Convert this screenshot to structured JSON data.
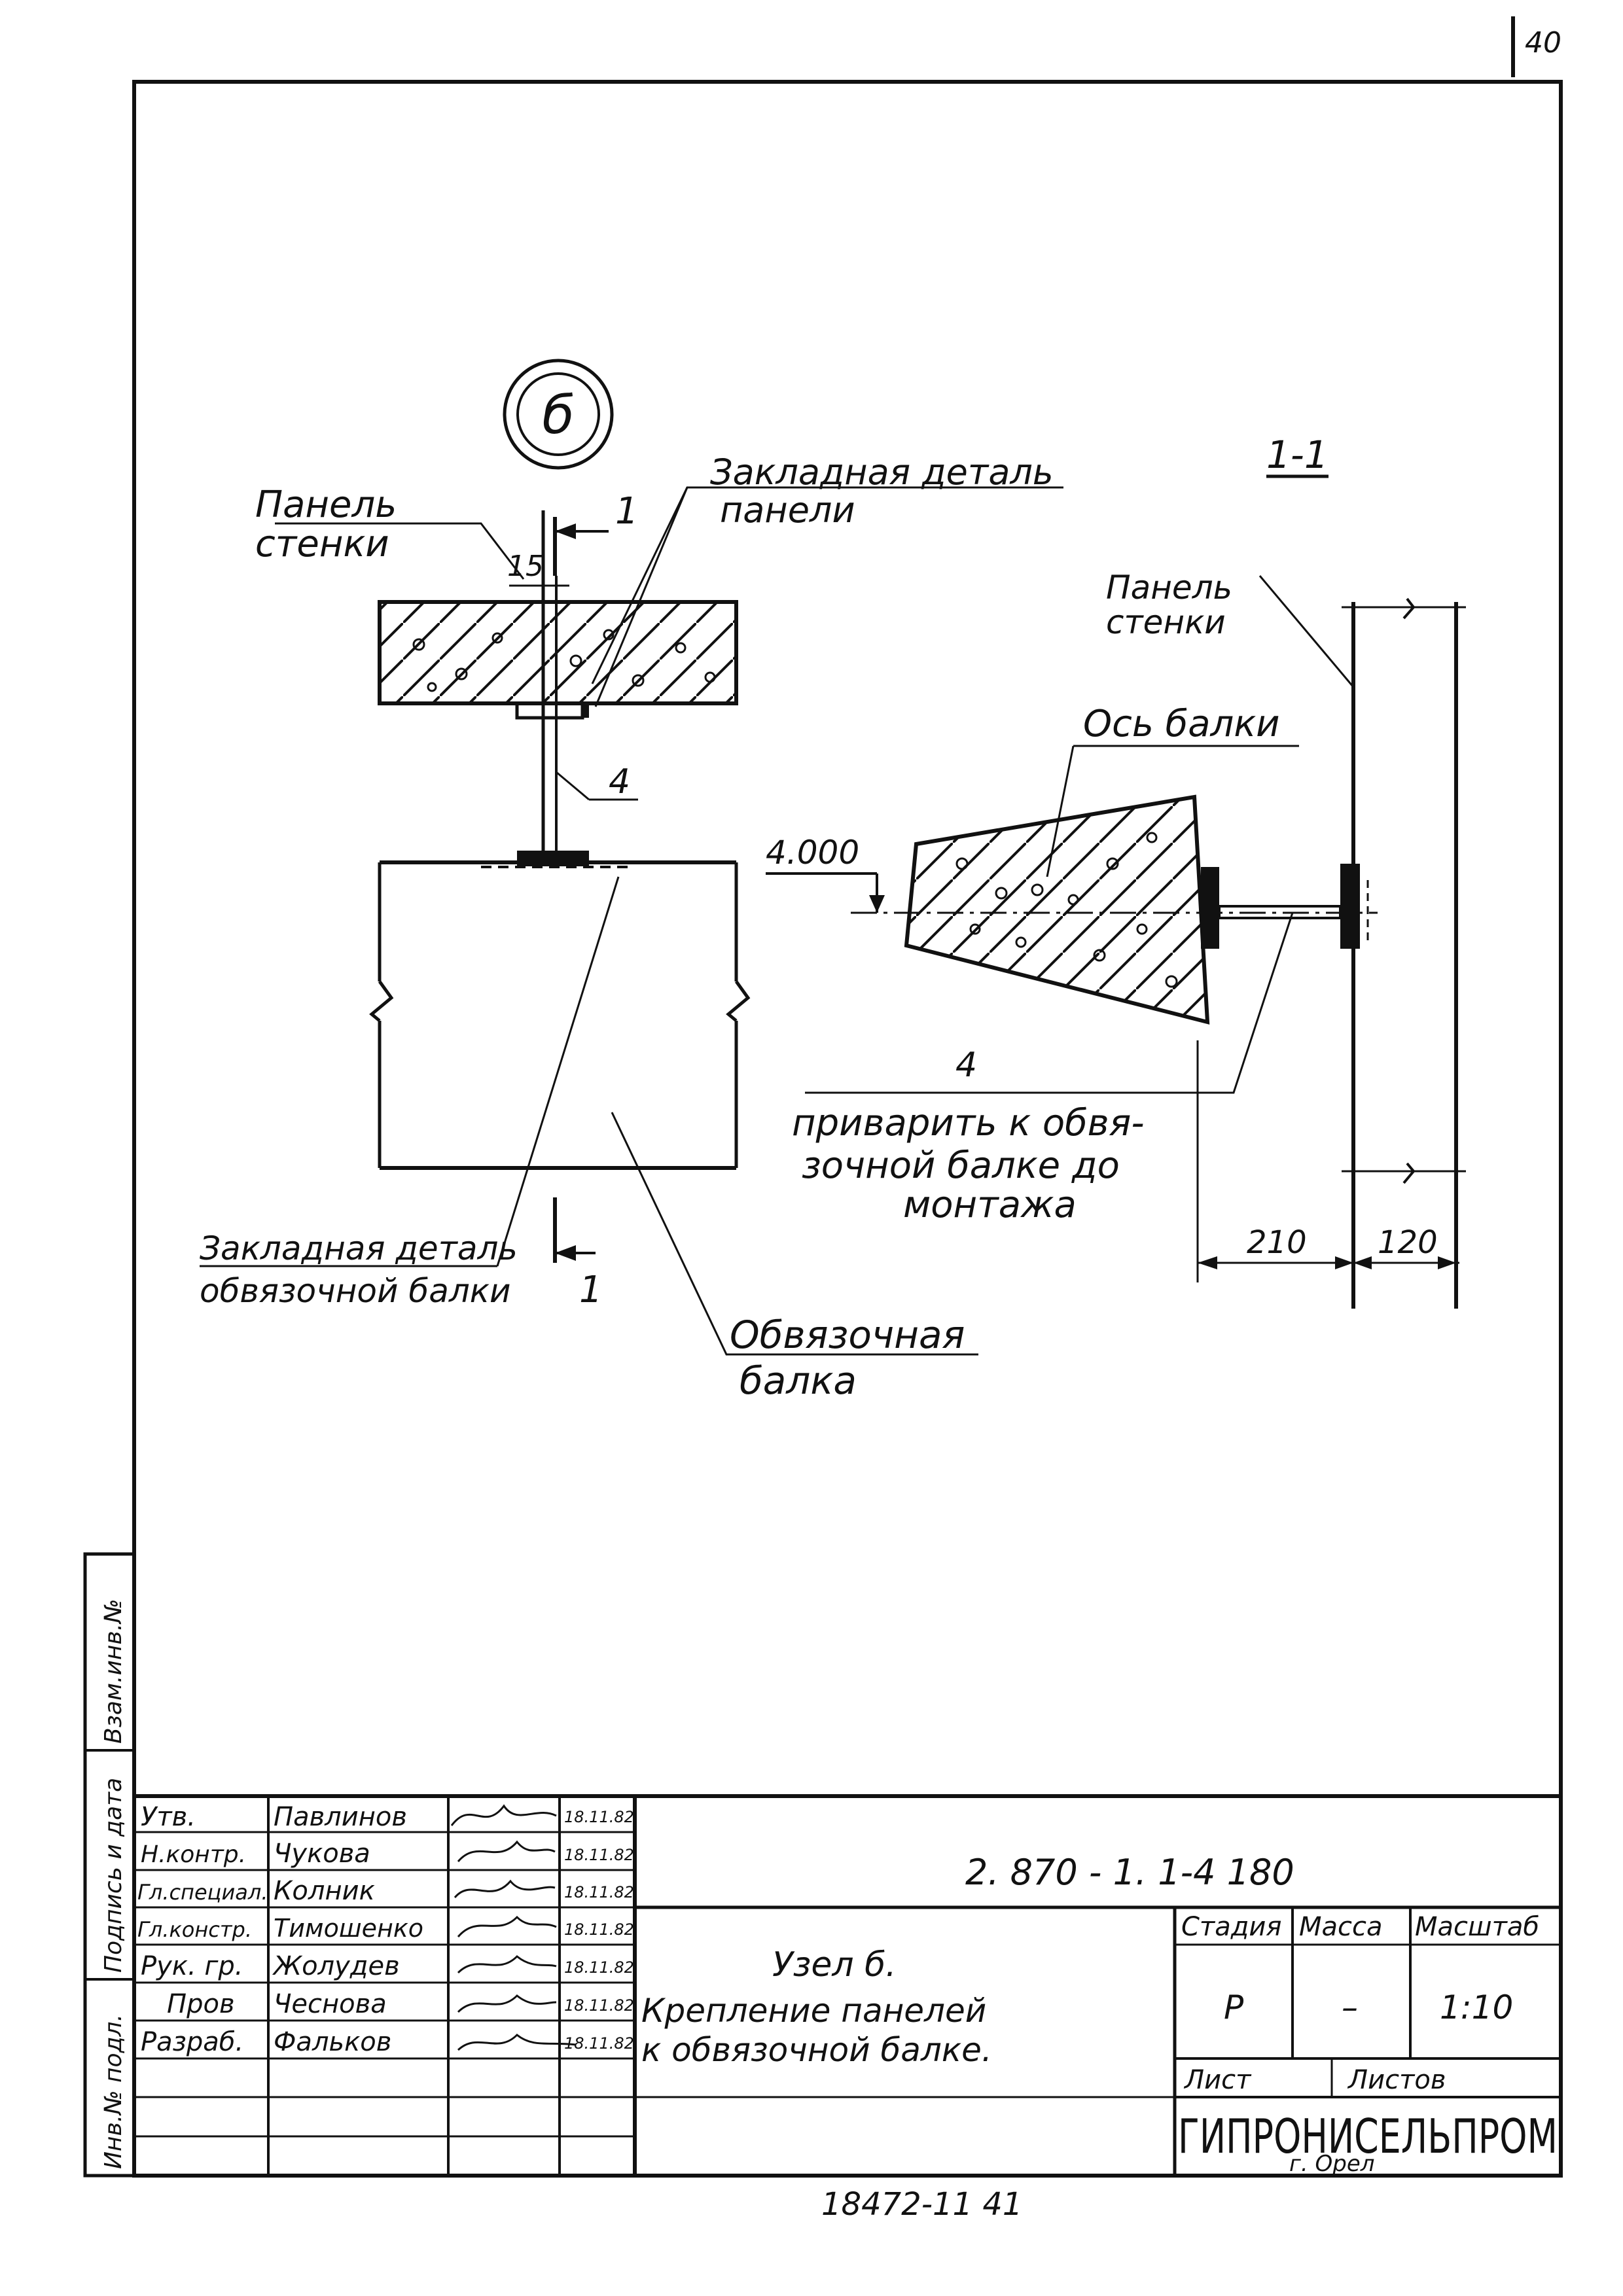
{
  "sheet": {
    "page_number": "40",
    "bottom_number": "18472-11     41"
  },
  "node": {
    "marker": "б",
    "section_label": "1-1",
    "labels": {
      "panel_wall_left_1": "Панель",
      "panel_wall_left_2": "стенки",
      "embedded_panel_1": "Закладная деталь",
      "embedded_panel_2": "панели",
      "embedded_beam_1": "Закладная деталь",
      "embedded_beam_2": "обвязочной балки",
      "tie_beam_1": "Обвязочная",
      "tie_beam_2": "балка",
      "panel_wall_right_1": "Панель",
      "panel_wall_right_2": "стенки",
      "beam_axis": "Ось балки",
      "elevation": "4.000",
      "weld_note_num": "4",
      "weld_note_1": "приварить к обвя-",
      "weld_note_2": "зочной балке до",
      "weld_note_3": "монтажа",
      "dim_15": "15",
      "pos_4": "4",
      "cut_top": "1",
      "cut_bottom": "1",
      "dim_210": "210",
      "dim_120": "120"
    }
  },
  "side_stamp": {
    "inv_podl": "Инв.№ подл.",
    "sign_date": "Подпись и дата",
    "vzam": "Взам.инв.№"
  },
  "title_block": {
    "roles": [
      {
        "role": "Утв.",
        "name": "Павлинов",
        "date": "18.11.82"
      },
      {
        "role": "Н.контр.",
        "name": "Чукова",
        "date": "18.11.82"
      },
      {
        "role": "Гл.специал.",
        "name": "Колник",
        "date": "18.11.82"
      },
      {
        "role": "Гл.констр.",
        "name": "Тимошенко",
        "date": "18.11.82"
      },
      {
        "role": "Рук. гр.",
        "name": "Жолудев",
        "date": "18.11.82"
      },
      {
        "role": "Пров",
        "name": "Чеснова",
        "date": "18.11.82"
      },
      {
        "role": "Разраб.",
        "name": "Фальков",
        "date": "18.11.82"
      }
    ],
    "doc_code": "2. 870 - 1.     1-4     180",
    "title_line1": "Узел б.",
    "title_line2": "Крепление панелей",
    "title_line3": "к обвязочной балке.",
    "col_stage": "Стадия",
    "col_mass": "Масса",
    "col_scale": "Масштаб",
    "val_stage": "Р",
    "val_mass": "–",
    "val_scale": "1:10",
    "sheet_label": "Лист",
    "sheets_label": "Листов",
    "org": "ГИПРОНИСЕЛЬПРОМ",
    "city": "г. Орел"
  }
}
